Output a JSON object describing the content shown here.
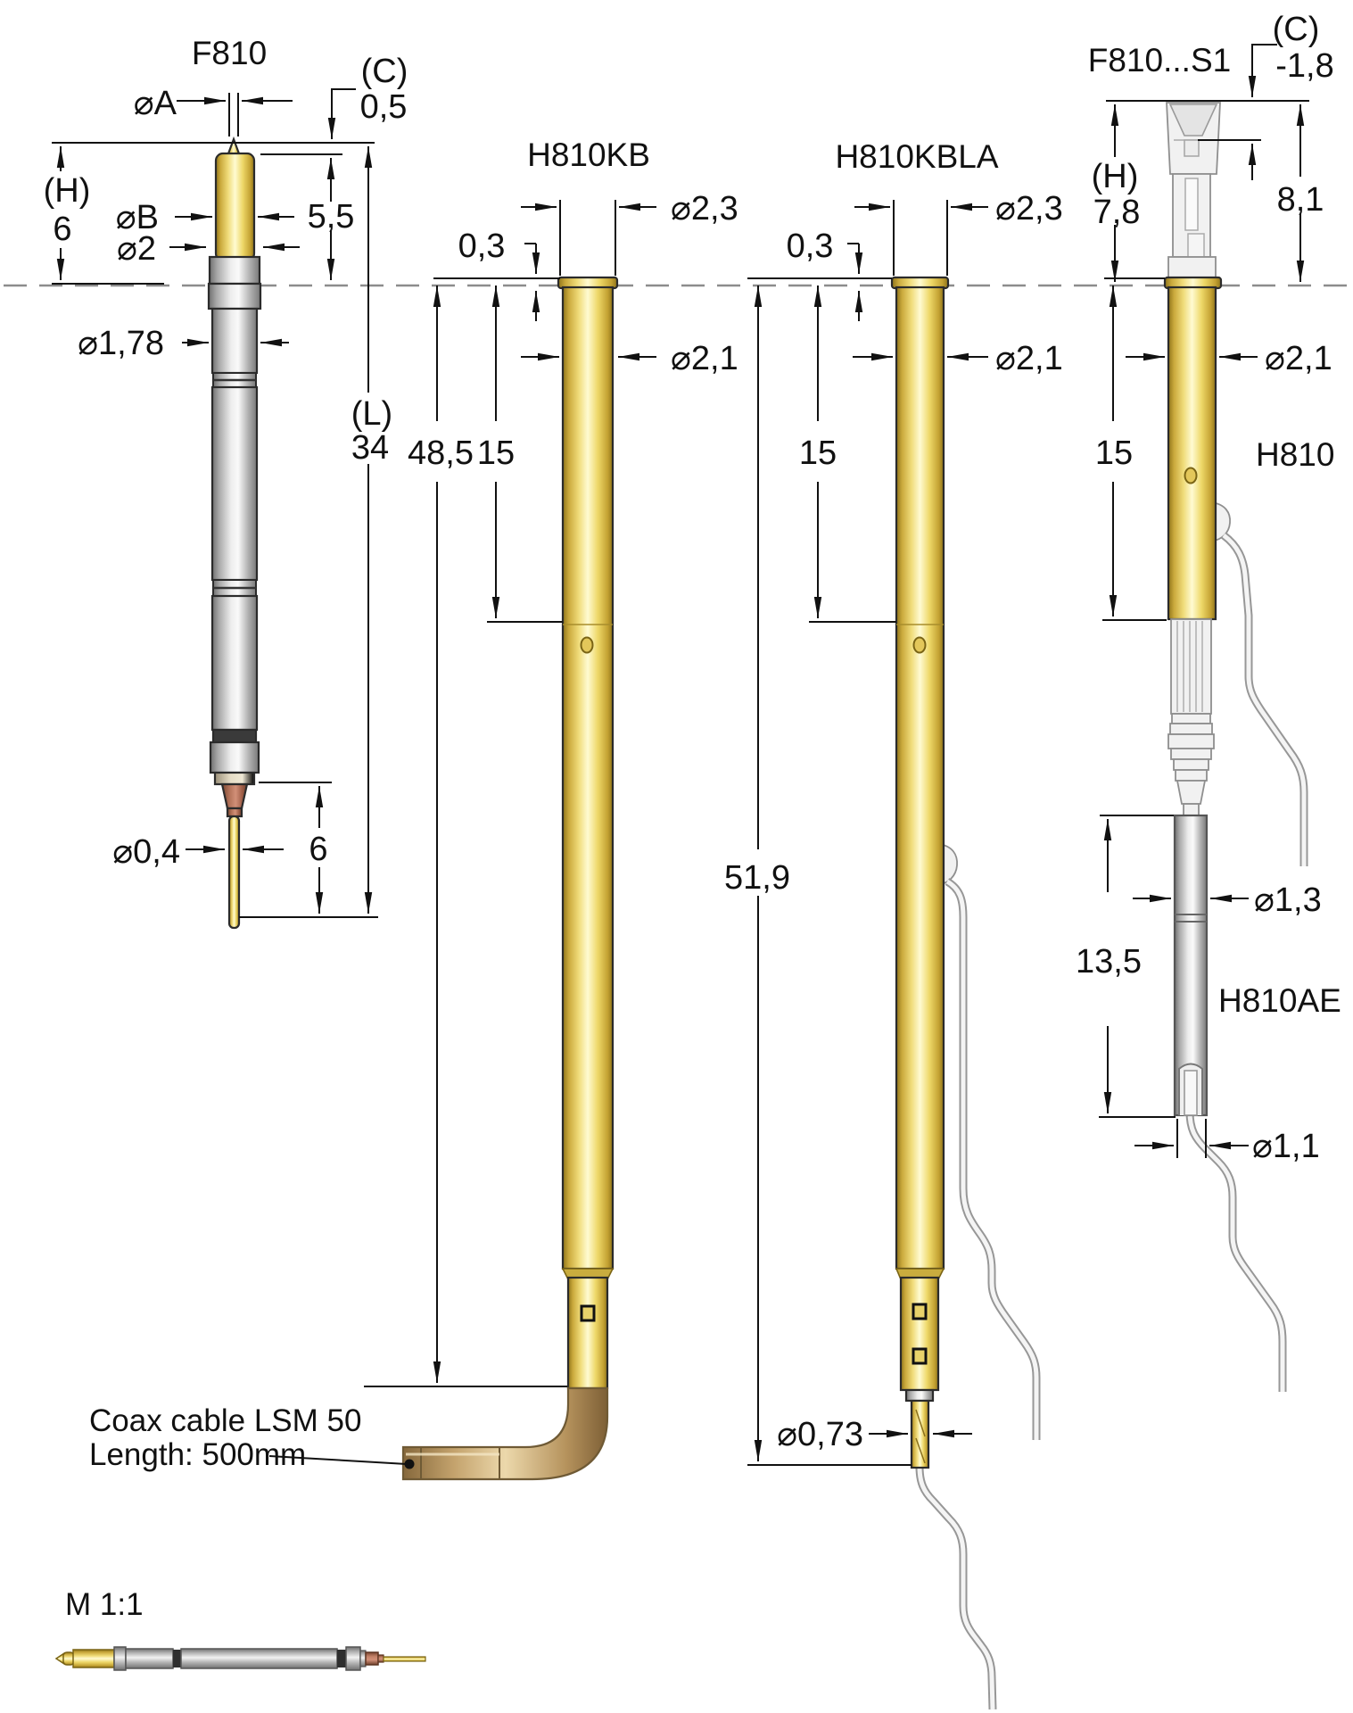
{
  "probes": {
    "f810": {
      "name": "F810",
      "dia_a": "⌀A",
      "c_label": "(C)",
      "c_value": "0,5",
      "h_label": "(H)",
      "h_value": "6",
      "dia_b": "⌀B",
      "dia_2": "⌀2",
      "plunger_len": "5,5",
      "dia_178": "⌀1,78",
      "l_label": "(L)",
      "l_value": "34",
      "dia_04": "⌀0,4",
      "tip_len": "6"
    },
    "h810kb": {
      "name": "H810KB",
      "dia_23": "⌀2,3",
      "flange": "0,3",
      "dia_21": "⌀2,1",
      "len": "48,5",
      "press_depth": "15"
    },
    "h810kbla": {
      "name": "H810KBLA",
      "dia_23": "⌀2,3",
      "flange": "0,3",
      "dia_21": "⌀2,1",
      "press_depth": "15",
      "len": "51,9",
      "dia_073": "⌀0,73"
    },
    "f810s1": {
      "name": "F810...S1",
      "c_label": "(C)",
      "c_value": "-1,8",
      "h_label": "(H)",
      "h_value": "7,8",
      "depth": "8,1",
      "dia_21": "⌀2,1",
      "press_depth": "15",
      "socket_name": "H810",
      "sleeve_len": "13,5",
      "dia_13": "⌀1,3",
      "sleeve_name": "H810AE",
      "dia_11": "⌀1,1"
    }
  },
  "notes": {
    "coax_line1": "Coax cable LSM 50",
    "coax_line2": "Length: 500mm",
    "scale": "M 1:1"
  },
  "colors": {
    "gold": "#e8cf5f",
    "silver": "#c9c9c9",
    "copper": "#b0705a",
    "coax_tan": "#d2b184",
    "line": "#111111",
    "background": "#ffffff"
  }
}
